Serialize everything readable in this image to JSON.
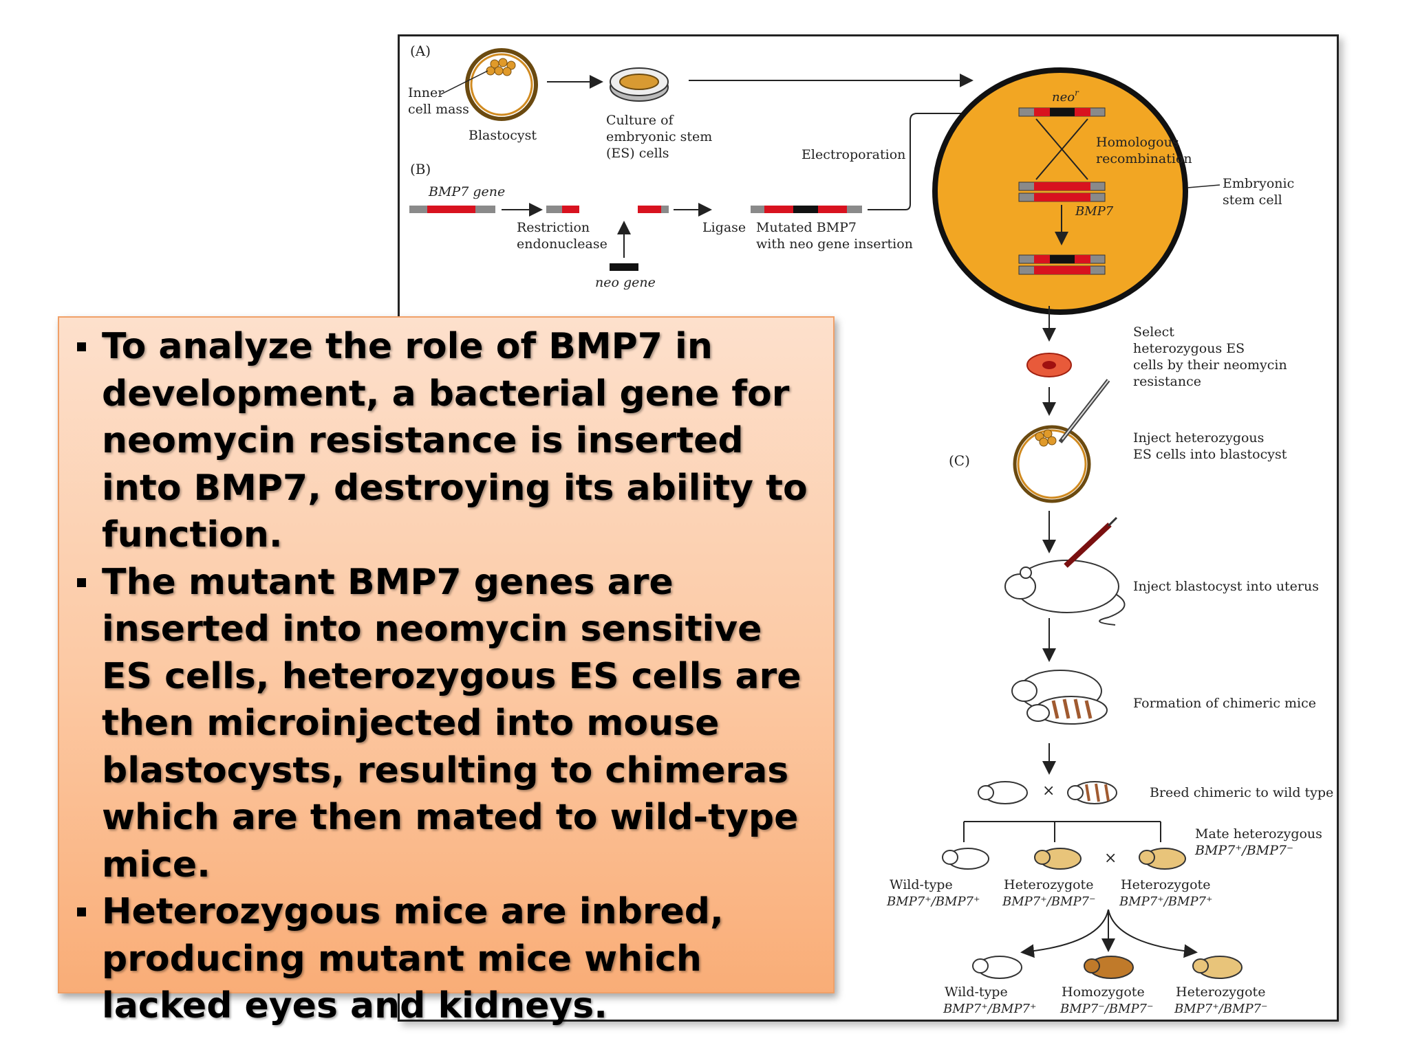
{
  "figure": {
    "panel_a": "(A)",
    "panel_b": "(B)",
    "panel_c": "(C)",
    "inner_cell_mass": [
      "Inner",
      "cell mass"
    ],
    "blastocyst": "Blastocyst",
    "culture": [
      "Culture of",
      "embryonic stem",
      "(ES) cells"
    ],
    "electroporation": "Electroporation",
    "bmp7_gene": "BMP7 gene",
    "restriction": [
      "Restriction",
      "endonuclease"
    ],
    "ligase": "Ligase",
    "mutated": [
      "Mutated BMP7",
      "with neo gene insertion"
    ],
    "neo_gene": "neo gene",
    "neo_label": "neo",
    "superscript_r": "r",
    "homologous": [
      "Homologous",
      "recombination"
    ],
    "bmp7_label": "BMP7",
    "embryonic_stem_cell": [
      "Embryonic",
      "stem cell"
    ],
    "select": [
      "Select",
      "heterozygous ES",
      "cells by their neomycin",
      "resistance"
    ],
    "inject_es": [
      "Inject heterozygous",
      "ES cells into blastocyst"
    ],
    "inject_uterus": "Inject blastocyst into uterus",
    "chimeric": "Formation of chimeric mice",
    "breed": "Breed chimeric to wild type",
    "mate": [
      "Mate heterozygous",
      "BMP7⁺/BMP7⁻"
    ],
    "cross": "×",
    "offspring1": [
      {
        "label": "Wild-type",
        "genotype": "BMP7⁺/BMP7⁺"
      },
      {
        "label": "Heterozygote",
        "genotype": "BMP7⁺/BMP7⁻"
      },
      {
        "label": "Heterozygote",
        "genotype": "BMP7⁺/BMP7⁺"
      }
    ],
    "offspring2": [
      {
        "label": "Wild-type",
        "genotype": "BMP7⁺/BMP7⁺"
      },
      {
        "label": "Homozygote",
        "genotype": "BMP7⁻/BMP7⁻"
      },
      {
        "label": "Heterozygote",
        "genotype": "BMP7⁺/BMP7⁻"
      }
    ]
  },
  "bullets": [
    "To analyze the role of BMP7 in development, a bacterial gene for neomycin resistance is inserted into BMP7, destroying its ability to function.",
    "The mutant BMP7 genes are inserted into neomycin sensitive ES cells, heterozygous ES cells are then microinjected into mouse blastocysts, resulting to chimeras which are then mated to wild-type mice.",
    "Heterozygous mice are inbred, producing mutant mice which lacked eyes and kidneys."
  ],
  "colors": {
    "cell_orange": "#f2a623",
    "gene_red": "#d8121f",
    "gene_gray": "#8a8a8a",
    "mouse_tan": "#e8c47a",
    "mouse_brown": "#c07a2a",
    "box_top": "#fde0cc",
    "box_bottom": "#f9ad77"
  }
}
